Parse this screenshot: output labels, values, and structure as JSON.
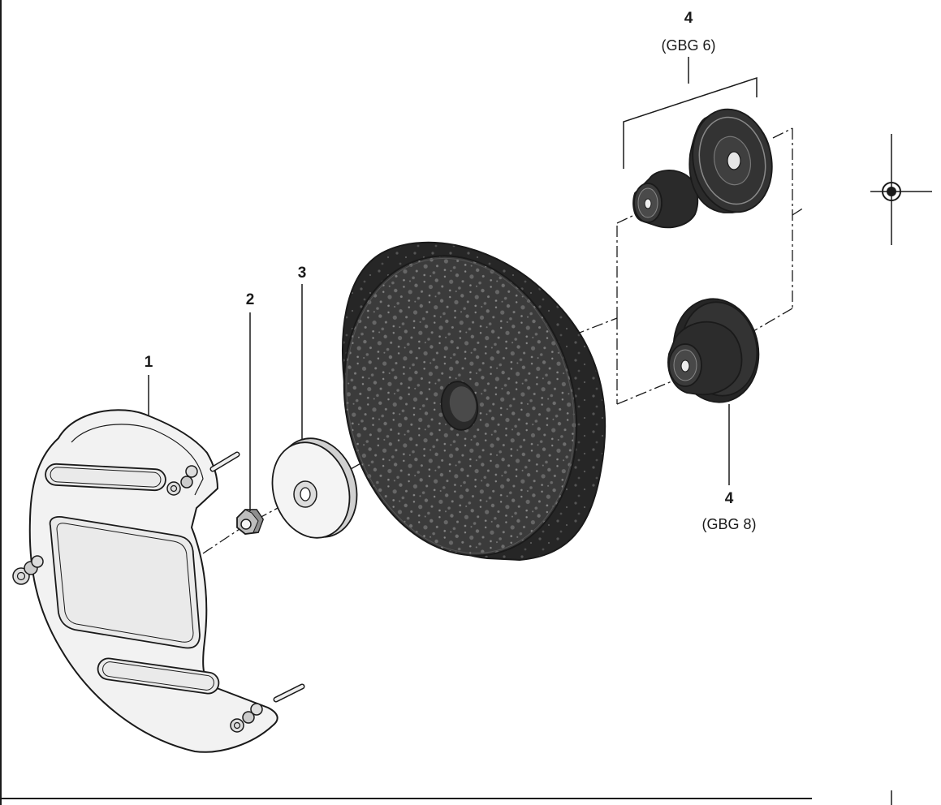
{
  "callouts": {
    "guard": {
      "number": "1"
    },
    "nut": {
      "number": "2"
    },
    "flange": {
      "number": "3"
    },
    "adapter_gbg6": {
      "number": "4",
      "model": "(GBG 6)"
    },
    "adapter_gbg8": {
      "number": "4",
      "model": "(GBG 8)"
    }
  },
  "colors": {
    "line": "#1a1a1a",
    "guard_fill": "#f2f2f2",
    "wheel_fill": "#3a3a3a",
    "adapter_fill": "#2c2c2c"
  }
}
